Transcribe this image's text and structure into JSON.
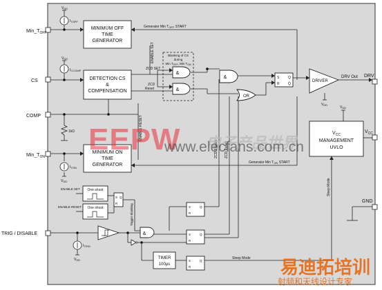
{
  "pins": {
    "min_toff": "Min_T",
    "min_toff_sub": "OFF",
    "cs": "CS",
    "comp": "COMP",
    "min_ton": "Min_T",
    "min_ton_sub": "ON",
    "trig": "TRIG / DISABLE",
    "drv": "DRV",
    "vcc": "V",
    "vcc_sub": "CC",
    "gnd": "GND"
  },
  "blocks": {
    "min_off_l1": "MINIMUM OFF",
    "min_off_l2": "TIME",
    "min_off_l3": "GENERATOR",
    "det_l1": "DETECTION CS",
    "det_l2": "&",
    "det_l3": "COMPENSATION",
    "min_on_l1": "MINIMUM ON",
    "min_on_l2": "TIME",
    "min_on_l3": "GENERATOR",
    "driver": "DRIVER",
    "mgmt_l1": "V",
    "mgmt_l1_sub": "CC",
    "mgmt_l2": "MANAGEMENT",
    "mgmt_l3": "UVLO",
    "timer_l1": "TIMER",
    "timer_l2": "100µs",
    "oneshot1": "One shoot",
    "oneshot2": "One shoot"
  },
  "gates": {
    "and": "&",
    "or": "OR"
  },
  "labels": {
    "vdd": "V",
    "vdd_sub": "DD",
    "gen_min_toff_start": "Generator Min T",
    "gen_min_toff_sub": "OFF",
    "gen_start": " START",
    "gen_min_ton_start": "Generator Min T",
    "gen_min_ton_sub": "ON",
    "enable_set": "ENABLE SET",
    "enable_reset": "ENABLE RESET",
    "zcd_set": "ZCD SET",
    "zcd_reset_1": "ZCD",
    "zcd_reset_2": "Reset",
    "blank_1": "Blanking of CS",
    "blank_2": "during",
    "blank_3": "Min T",
    "blank_3_sub1": "OFF",
    "blank_3_mid": ", Min T",
    "blank_3_sub2": "ON",
    "drv_out": "DRV Out",
    "resistor": "1kΩ",
    "zcd_enable": "ZCD Enable",
    "zcd_reset_v": "ZCD Reset",
    "trigger_blanking": "Trigger Blanking",
    "sleep_mode_v": "Sleep Mode",
    "sleep_mode_h": "Sleep Mode",
    "i1": "I",
    "i1_sub": "TOFF",
    "i2": "I",
    "i2_sub": "CCOMP",
    "i3": "I",
    "i3_sub": "TON",
    "i4": "I",
    "i4_sub": "TRIG",
    "ff_s": "S",
    "ff_r": "R",
    "ff_q": "Q",
    "ff_qb": "Q̄"
  },
  "watermark": {
    "eepw": "EEPW",
    "eepw_cn": "电子产品世界",
    "elecfans": "www.elecfans.com.cn",
    "yd": "易迪拓培训",
    "yd_sub": "射频和天线设计专家"
  }
}
